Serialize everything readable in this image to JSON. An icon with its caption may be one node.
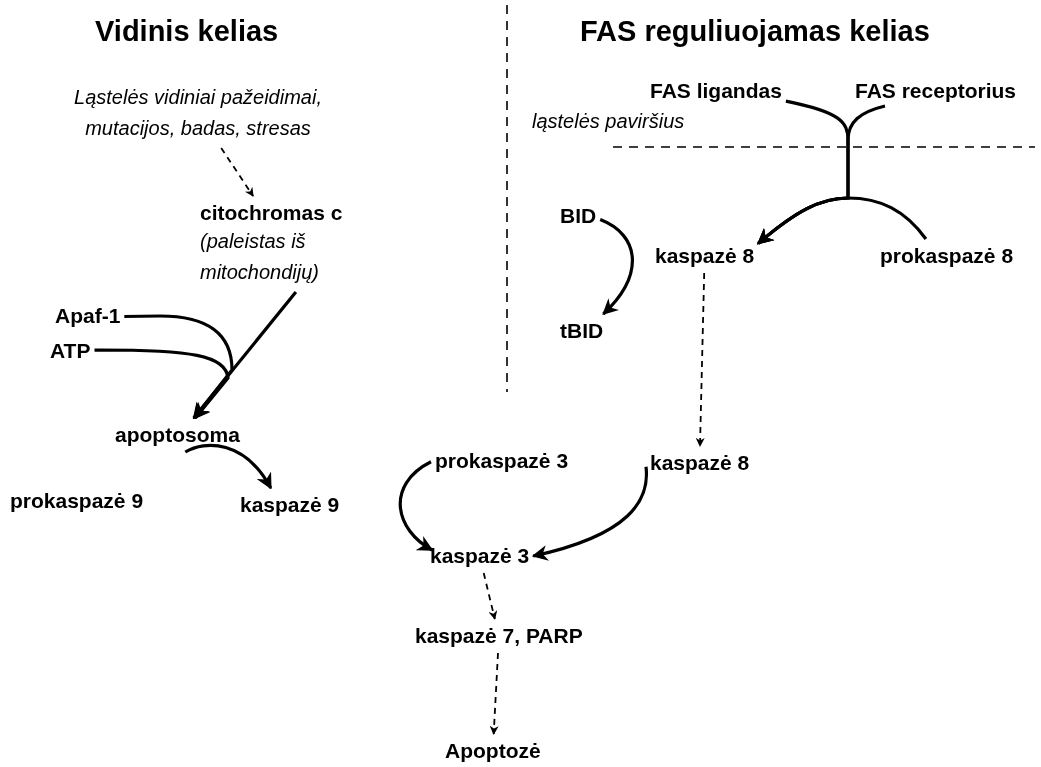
{
  "diagram": {
    "nodes": [
      {
        "text": [
          "Ląstelės vidiniai pažeidimai, mutacijos, badas, stresas"
        ]
      },
      {
        "text": [
          "citochromas c",
          "(paleistas iš mitochondijų)"
        ]
      },
      {
        "text": [
          "Apaf-1"
        ]
      },
      {
        "text": [
          "ATP"
        ]
      },
      {
        "text": [
          "apoptosoma"
        ]
      },
      {
        "text": [
          "prokaspazė 9"
        ]
      },
      {
        "text": [
          "kaspazė 9"
        ]
      },
      {
        "text": [
          "FAS ligandas"
        ]
      },
      {
        "text": [
          "FAS receptorius"
        ]
      },
      {
        "text": [
          "BID"
        ]
      },
      {
        "text": [
          "kaspazė 8"
        ]
      },
      {
        "text": [
          "prokaspazė 8"
        ]
      },
      {
        "text": [
          "tBID"
        ]
      },
      {
        "text": [
          "prokaspazė 3"
        ]
      },
      {
        "text": [
          "kaspazė 8"
        ]
      },
      {
        "text": [
          "kaspazė 3"
        ]
      },
      {
        "text": [
          "kaspazė 7, PARP"
        ]
      },
      {
        "text": [
          "Apoptozė"
        ]
      }
    ],
    "edges": [
      {
        "from": 0,
        "to": 1,
        "arrow": "to",
        "style": "dashed"
      },
      {
        "from": 1,
        "to": 4,
        "arrow": "to"
      },
      {
        "from": 2,
        "to": 4,
        "arrow": "to"
      },
      {
        "from": 3,
        "to": 4,
        "arrow": "to"
      },
      {
        "from": 4,
        "to": 6,
        "arrow": "to"
      },
      {
        "from": 7,
        "to": 10,
        "arrow": "to"
      },
      {
        "from": 8,
        "to": 10,
        "arrow": "to"
      },
      {
        "from": 11,
        "to": 10,
        "arrow": "to"
      },
      {
        "from": 9,
        "to": 12,
        "arrow": "to"
      },
      {
        "from": 10,
        "to": 14,
        "arrow": "to",
        "style": "dashed"
      },
      {
        "from": 13,
        "to": 15,
        "arrow": "to"
      },
      {
        "from": 14,
        "to": 15,
        "arrow": "to"
      },
      {
        "from": 15,
        "to": 16,
        "arrow": "to",
        "style": "dashed"
      },
      {
        "from": 16,
        "to": 17,
        "arrow": "to",
        "style": "dashed"
      }
    ],
    "labels": [
      "Vidinis kelias",
      "FAS reguliuojamas kelias",
      "ląstelės paviršius"
    ]
  }
}
